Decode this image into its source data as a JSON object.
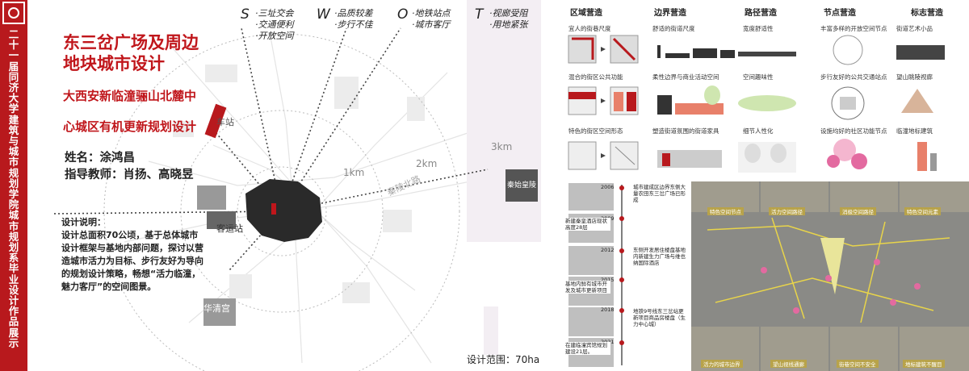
{
  "sidebar": {
    "text": "二十一届同济大学 建筑与城市规划学院 城市规划系毕业设计作品展示"
  },
  "title": {
    "line1": "东三岔广场及周边",
    "line2": "地块城市设计"
  },
  "subtitle": {
    "line1": "大西安新临潼骊山北麓中",
    "line2": "心城区有机更新规划设计"
  },
  "author": {
    "name": "姓名：涂鸿昌",
    "advisor": "指导教师：肖扬、高晓昱"
  },
  "description": {
    "heading": "设计说明：",
    "body": "设计总面积70公顷，基于总体城市设计框架与基地内部问题，探讨以营造城市活力为目标、步行友好为导向的规划设计策略，畅想“活力临潼，魅力客厅”的空间图景。"
  },
  "swot": [
    {
      "letter": "S",
      "items": [
        "·三址交会",
        "·交通便利",
        "·开放空间"
      ]
    },
    {
      "letter": "W",
      "items": [
        "·品质较差",
        "·步行不佳"
      ]
    },
    {
      "letter": "O",
      "items": [
        "·地铁站点",
        "·城市客厅"
      ]
    },
    {
      "letter": "T",
      "items": [
        "·视廊受阻",
        "·用地紧张"
      ]
    }
  ],
  "map": {
    "rings": [
      "1km",
      "2km",
      "3km"
    ],
    "labels": {
      "station": "车站",
      "bus": "客运站",
      "tomb": "秦始皇陵",
      "road": "秦陵北路",
      "hz": "华清宫"
    }
  },
  "scope": "设计范围：70ha",
  "strategy": {
    "headers": [
      "区域营造",
      "边界营造",
      "路径营造",
      "节点营造",
      "标志营造"
    ],
    "rows": [
      [
        "宜人的街巷尺度",
        "舒适的街道尺度",
        "宽度舒适性",
        "丰富多样的开放空间节点",
        "街道艺术小品"
      ],
      [
        "混合的街区公共功能",
        "柔性边界与商业活动空间",
        "空间趣味性",
        "步行友好的公共交通站点",
        "望山眺陵视廊"
      ],
      [
        "特色的街区空间形态",
        "塑造街道氛围的街道家具",
        "细节人性化",
        "设施均好的社区功能节点",
        "临潼地标建筑"
      ]
    ]
  },
  "timeline": {
    "years": [
      "2006",
      "2009",
      "2012",
      "2015",
      "2018",
      "2021"
    ],
    "events": [
      "城市建成区边界东侧大量农田东三岔广场已形成",
      "新建秦皇酒店现状高度28层",
      "东侧开发居住楼盘基地内新建生力广场与维也纳国际酒店",
      "基地内鲜有城市开发及城市更新项目",
      "地铁9号线东三岔站更新项目商品房楼盘（生力中心城）",
      "在建临潼宾馆规划建设21层。"
    ]
  },
  "photos": {
    "top": [
      "特色空间节点",
      "活力空间路径",
      "消极空间路径",
      "特色空间元素"
    ],
    "bottom": [
      "活力的城市边界",
      "望山视线通廊",
      "街巷空间不安全",
      "地标建筑不醒目"
    ]
  },
  "colors": {
    "accent": "#b8191d",
    "caption": "#b8a34a"
  }
}
